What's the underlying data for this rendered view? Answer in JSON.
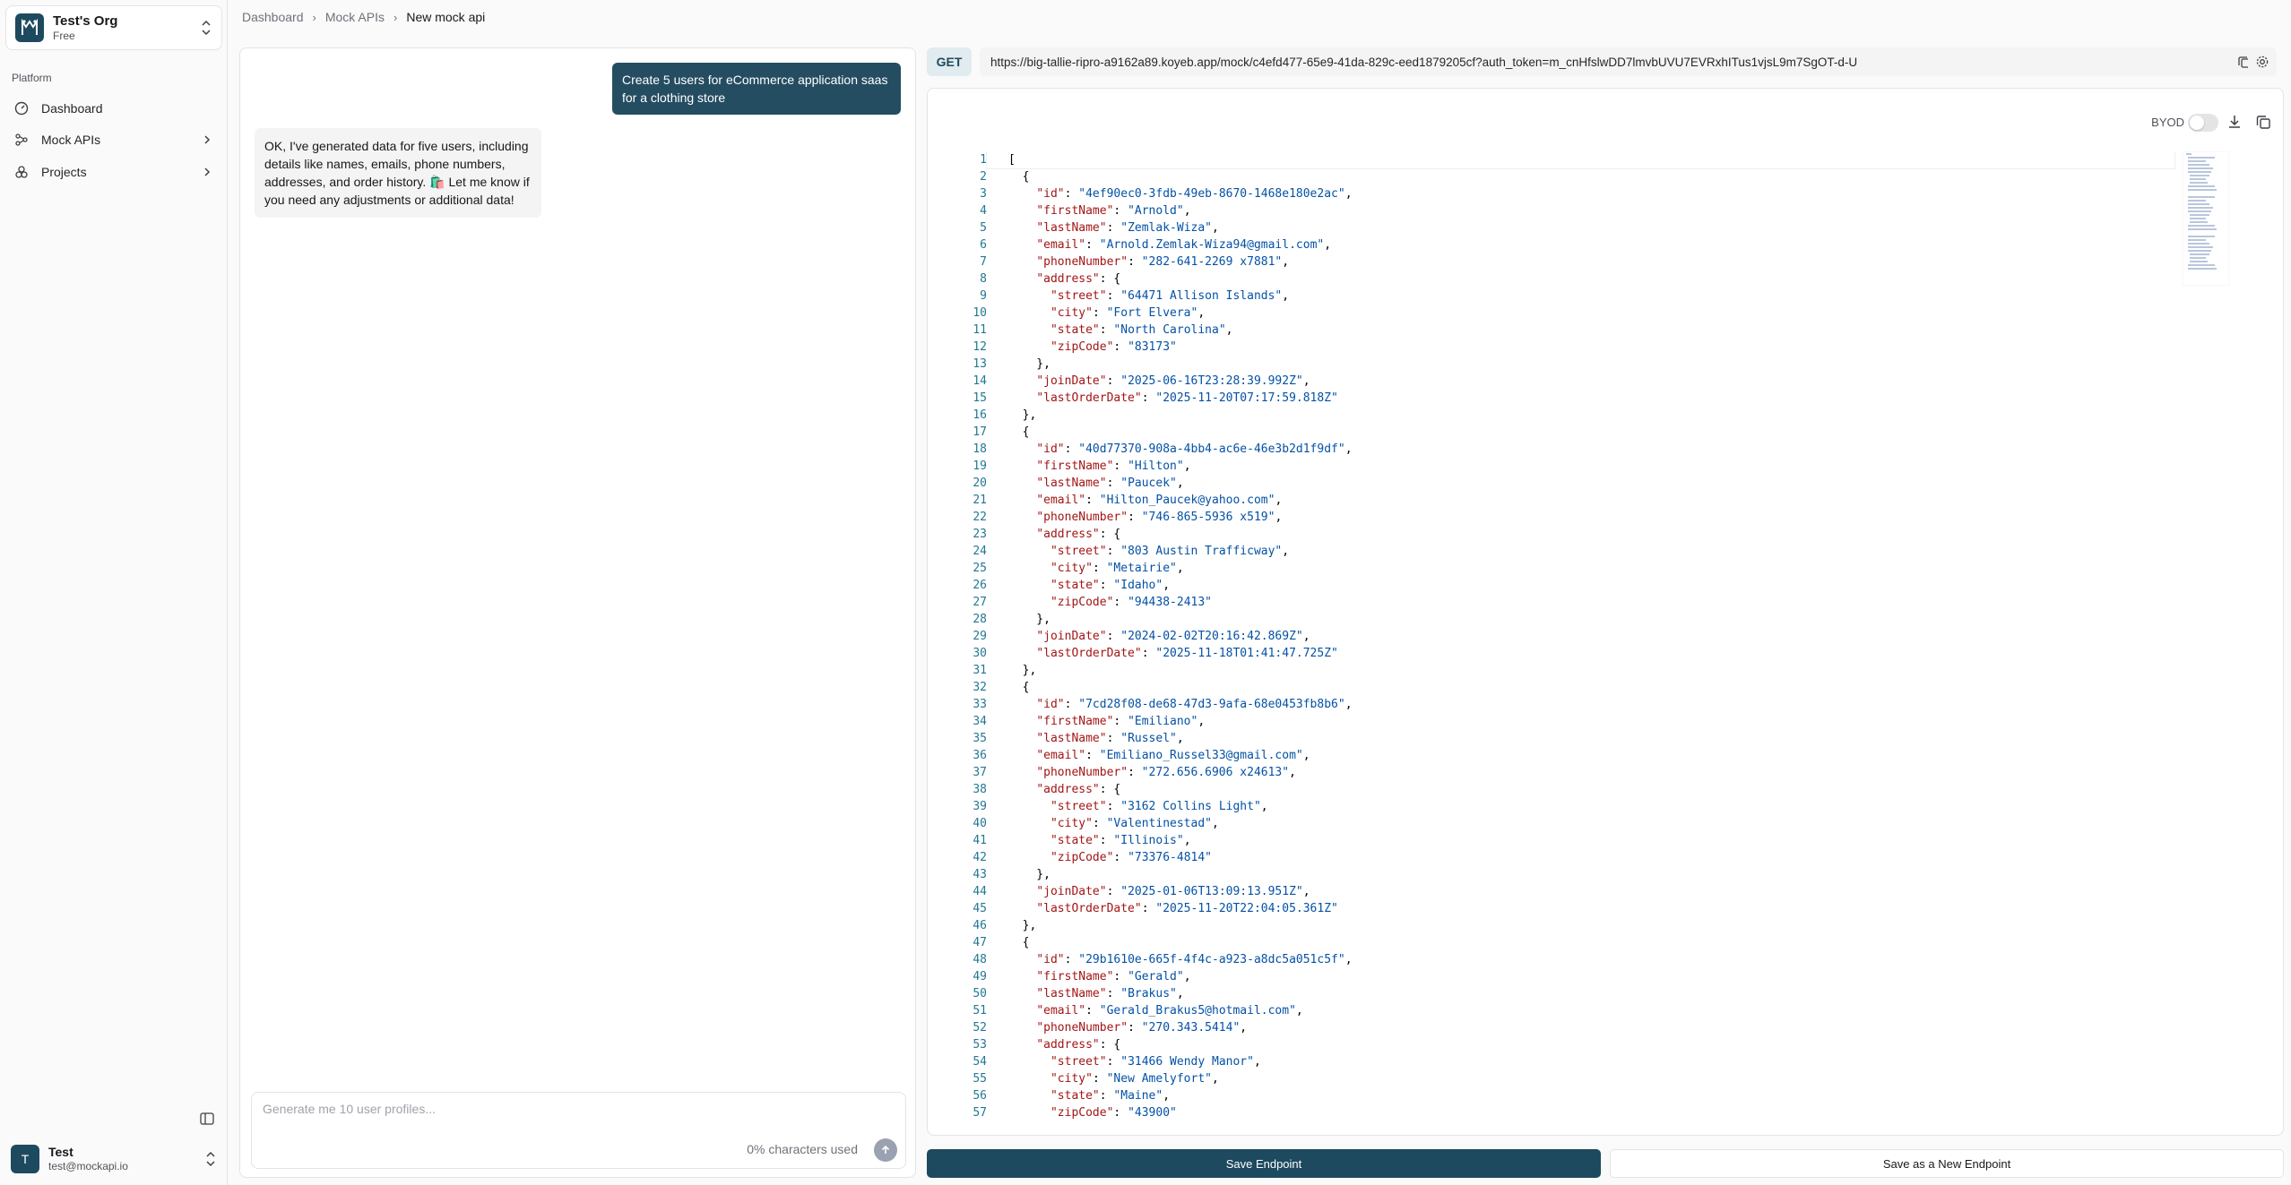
{
  "org": {
    "name": "Test's Org",
    "plan": "Free"
  },
  "sidebar": {
    "section_label": "Platform",
    "items": [
      {
        "label": "Dashboard",
        "icon": "gauge-icon"
      },
      {
        "label": "Mock APIs",
        "icon": "nodes-icon"
      },
      {
        "label": "Projects",
        "icon": "shapes-icon"
      }
    ]
  },
  "user": {
    "initial": "T",
    "name": "Test",
    "email": "test@mockapi.io"
  },
  "breadcrumb": [
    "Dashboard",
    "Mock APIs",
    "New mock api"
  ],
  "chat": {
    "user_message": "Create 5 users for eCommerce application saas for a clothing store",
    "bot_message": "OK, I've generated data for five users, including details like names, emails, phone numbers, addresses, and order history. 🛍️ Let me know if you need any adjustments or additional data!",
    "input_placeholder": "Generate me 10 user profiles...",
    "char_count": "0% characters used"
  },
  "request": {
    "method": "GET",
    "url": "https://big-tallie-ripro-a9162a89.koyeb.app/mock/c4efd477-65e9-41da-829c-eed1879205cf?auth_token=m_cnHfslwDD7lmvbUVU7EVRxhITus1vjsL9m7SgOT-d-U"
  },
  "editor": {
    "byod_label": "BYOD",
    "byod_enabled": false,
    "lines": [
      "[",
      "  {",
      "    \"id\": \"4ef90ec0-3fdb-49eb-8670-1468e180e2ac\",",
      "    \"firstName\": \"Arnold\",",
      "    \"lastName\": \"Zemlak-Wiza\",",
      "    \"email\": \"Arnold.Zemlak-Wiza94@gmail.com\",",
      "    \"phoneNumber\": \"282-641-2269 x7881\",",
      "    \"address\": {",
      "      \"street\": \"64471 Allison Islands\",",
      "      \"city\": \"Fort Elvera\",",
      "      \"state\": \"North Carolina\",",
      "      \"zipCode\": \"83173\"",
      "    },",
      "    \"joinDate\": \"2025-06-16T23:28:39.992Z\",",
      "    \"lastOrderDate\": \"2025-11-20T07:17:59.818Z\"",
      "  },",
      "  {",
      "    \"id\": \"40d77370-908a-4bb4-ac6e-46e3b2d1f9df\",",
      "    \"firstName\": \"Hilton\",",
      "    \"lastName\": \"Paucek\",",
      "    \"email\": \"Hilton_Paucek@yahoo.com\",",
      "    \"phoneNumber\": \"746-865-5936 x519\",",
      "    \"address\": {",
      "      \"street\": \"803 Austin Trafficway\",",
      "      \"city\": \"Metairie\",",
      "      \"state\": \"Idaho\",",
      "      \"zipCode\": \"94438-2413\"",
      "    },",
      "    \"joinDate\": \"2024-02-02T20:16:42.869Z\",",
      "    \"lastOrderDate\": \"2025-11-18T01:41:47.725Z\"",
      "  },",
      "  {",
      "    \"id\": \"7cd28f08-de68-47d3-9afa-68e0453fb8b6\",",
      "    \"firstName\": \"Emiliano\",",
      "    \"lastName\": \"Russel\",",
      "    \"email\": \"Emiliano_Russel33@gmail.com\",",
      "    \"phoneNumber\": \"272.656.6906 x24613\",",
      "    \"address\": {",
      "      \"street\": \"3162 Collins Light\",",
      "      \"city\": \"Valentinestad\",",
      "      \"state\": \"Illinois\",",
      "      \"zipCode\": \"73376-4814\"",
      "    },",
      "    \"joinDate\": \"2025-01-06T13:09:13.951Z\",",
      "    \"lastOrderDate\": \"2025-11-20T22:04:05.361Z\"",
      "  },",
      "  {",
      "    \"id\": \"29b1610e-665f-4f4c-a923-a8dc5a051c5f\",",
      "    \"firstName\": \"Gerald\",",
      "    \"lastName\": \"Brakus\",",
      "    \"email\": \"Gerald_Brakus5@hotmail.com\",",
      "    \"phoneNumber\": \"270.343.5414\",",
      "    \"address\": {",
      "      \"street\": \"31466 Wendy Manor\",",
      "      \"city\": \"New Amelyfort\",",
      "      \"state\": \"Maine\",",
      "      \"zipCode\": \"43900\""
    ]
  },
  "buttons": {
    "save": "Save Endpoint",
    "save_new": "Save as a New Endpoint"
  },
  "colors": {
    "brand": "#1e4a5f",
    "user_bubble": "#254d62",
    "json_key": "#a31515",
    "json_string": "#0451a5",
    "line_number": "#237893"
  }
}
